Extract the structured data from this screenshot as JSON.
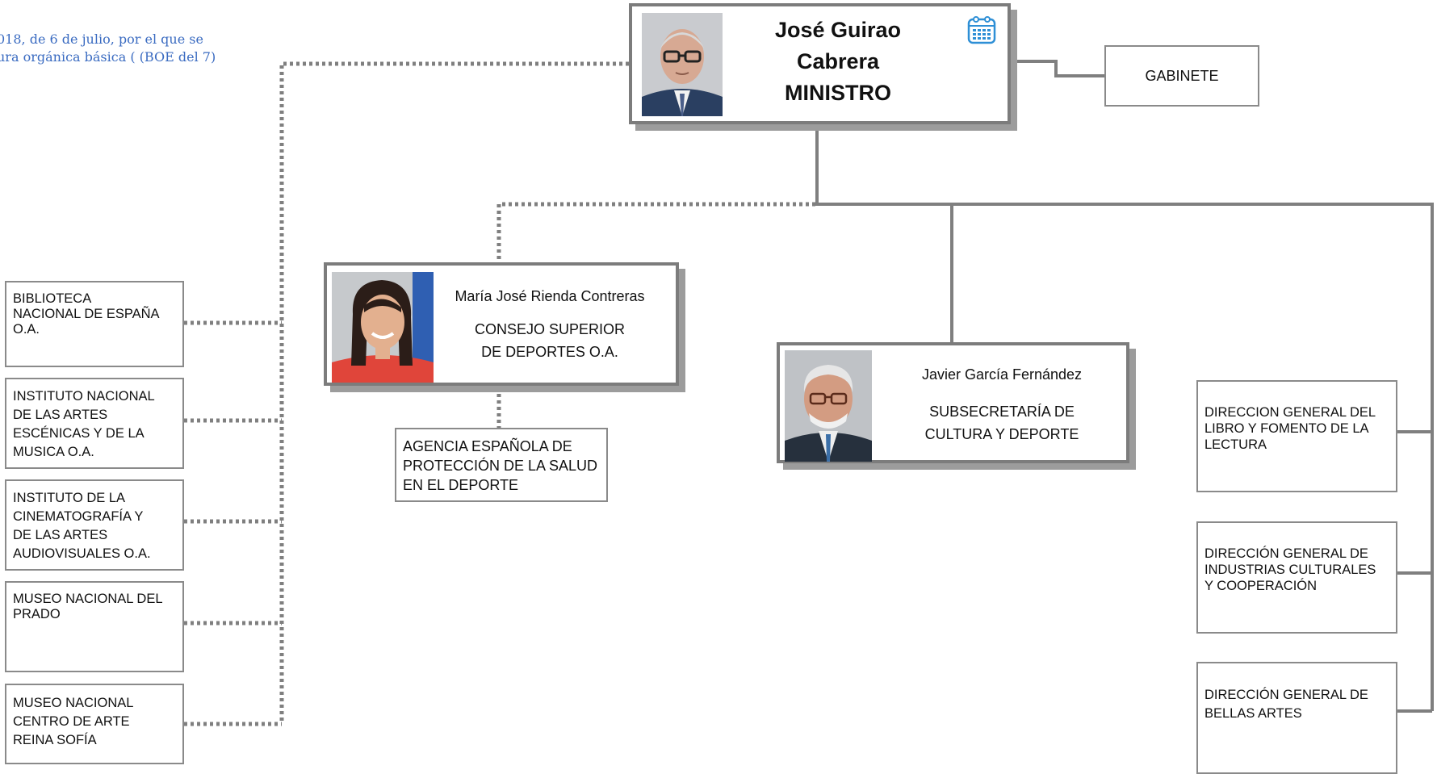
{
  "note": {
    "line1": "018, de 6 de julio, por el que se",
    "line2": "ura orgánica básica ( (BOE del 7)"
  },
  "minister": {
    "name_line1": "José Guirao",
    "name_line2": "Cabrera",
    "role": "MINISTRO",
    "photo_icon": "person-photo",
    "agenda_icon": "calendar-icon"
  },
  "gabinete": {
    "label": "GABINETE"
  },
  "consejo": {
    "name": "María José Rienda Contreras",
    "title_line1": "CONSEJO SUPERIOR",
    "title_line2": "DE DEPORTES O.A."
  },
  "agencia": {
    "line1": "AGENCIA ESPAÑOLA DE",
    "line2": "PROTECCIÓN DE LA SALUD",
    "line3": "EN EL DEPORTE"
  },
  "subsecretaria": {
    "name": "Javier García Fernández",
    "title_line1": "SUBSECRETARÍA DE",
    "title_line2": "CULTURA Y DEPORTE"
  },
  "organismos": [
    {
      "lines": [
        "BIBLIOTECA",
        "NACIONAL DE ESPAÑA",
        "O.A."
      ]
    },
    {
      "lines": [
        "INSTITUTO NACIONAL",
        "DE LAS ARTES",
        "ESCÉNICAS Y DE LA",
        "MUSICA O.A."
      ]
    },
    {
      "lines": [
        "INSTITUTO DE LA",
        "CINEMATOGRAFÍA Y",
        "DE LAS ARTES",
        "AUDIOVISUALES O.A."
      ]
    },
    {
      "lines": [
        "MUSEO NACIONAL DEL",
        "PRADO"
      ]
    },
    {
      "lines": [
        "MUSEO NACIONAL",
        "CENTRO DE ARTE",
        "REINA SOFÍA"
      ]
    }
  ],
  "direcciones": [
    {
      "lines": [
        "DIRECCION GENERAL DEL",
        "LIBRO Y FOMENTO DE LA",
        "LECTURA"
      ]
    },
    {
      "lines": [
        "DIRECCIÓN GENERAL DE",
        "INDUSTRIAS CULTURALES",
        "Y COOPERACIÓN"
      ]
    },
    {
      "lines": [
        "DIRECCIÓN GENERAL DE",
        "BELLAS ARTES"
      ]
    }
  ],
  "colors": {
    "line": "#7f7f7f",
    "note_text": "#3a6bc1",
    "calendar": "#2e8fd6"
  }
}
